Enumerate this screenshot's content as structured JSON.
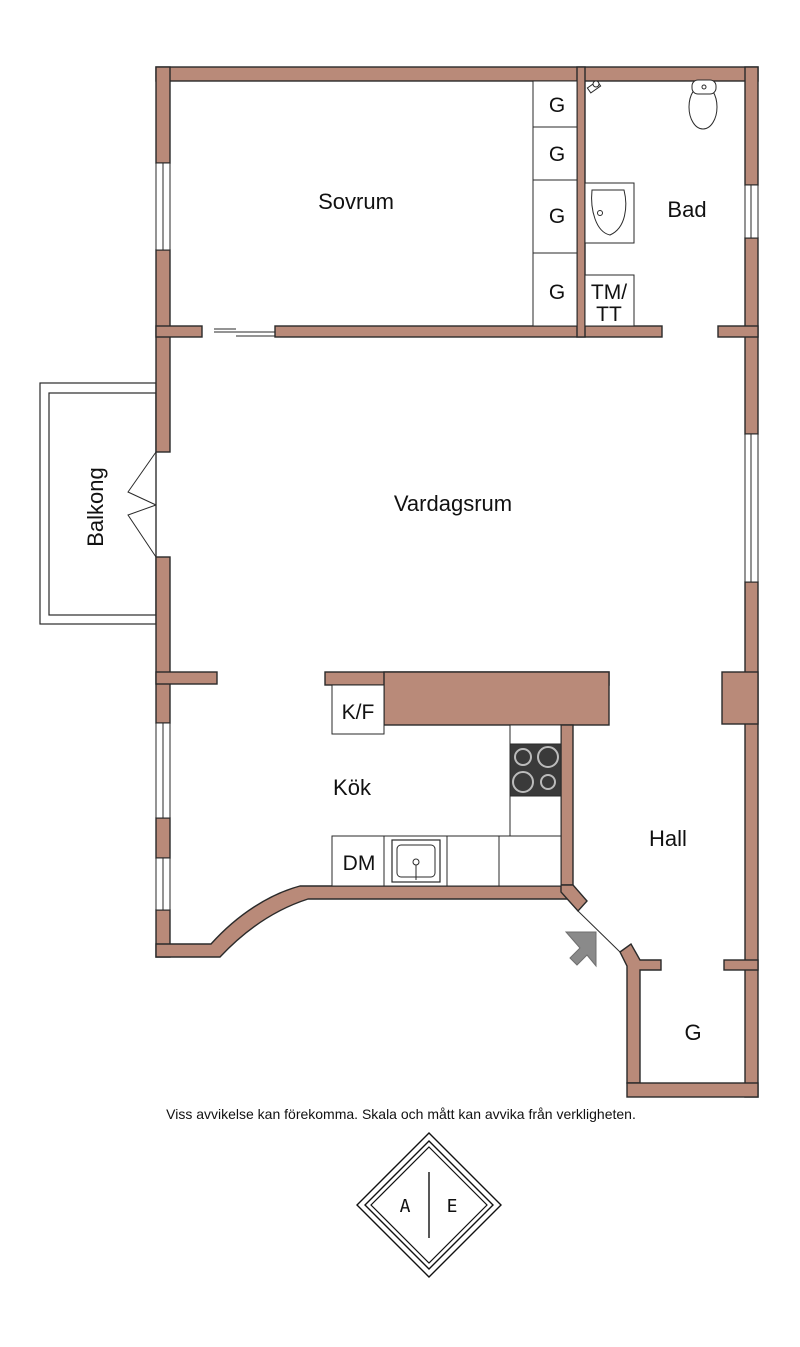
{
  "rooms": {
    "sovrum": "Sovrum",
    "bad": "Bad",
    "vardagsrum": "Vardagsrum",
    "balkong": "Balkong",
    "kok": "Kök",
    "hall": "Hall"
  },
  "fixtures": {
    "wardrobe": "G",
    "washer_dryer": [
      "TM/",
      "TT"
    ],
    "fridge_freezer": "K/F",
    "dishwasher": "DM",
    "hall_wardrobe": "G"
  },
  "colors": {
    "wall": "#b98a79",
    "line": "#2a2a2a",
    "stove": "#3a3a3a",
    "entrance_arrow": "#8a8a8a"
  },
  "disclaimer": "Viss avvikelse kan förekomma. Skala och mått kan avvika från verkligheten.",
  "logo": {
    "left_letter": "A",
    "right_letter": "E"
  }
}
